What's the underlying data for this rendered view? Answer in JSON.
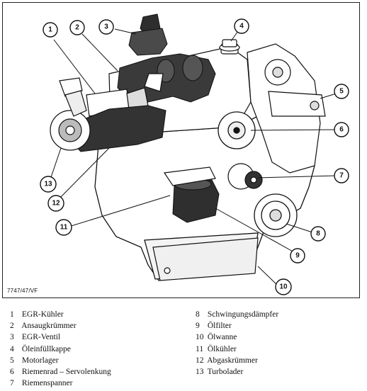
{
  "figure": {
    "id_label": "7747/47/VF"
  },
  "callouts": [
    {
      "number": "1"
    },
    {
      "number": "2"
    },
    {
      "number": "3"
    },
    {
      "number": "4"
    },
    {
      "number": "5"
    },
    {
      "number": "6"
    },
    {
      "number": "7"
    },
    {
      "number": "8"
    },
    {
      "number": "9"
    },
    {
      "number": "10"
    },
    {
      "number": "11"
    },
    {
      "number": "12"
    },
    {
      "number": "13"
    }
  ],
  "legend": {
    "left": [
      {
        "num": "1",
        "label": "EGR-Kühler"
      },
      {
        "num": "2",
        "label": "Ansaugkrümmer"
      },
      {
        "num": "3",
        "label": "EGR-Ventil"
      },
      {
        "num": "4",
        "label": "Öleinfüllkappe"
      },
      {
        "num": "5",
        "label": "Motorlager"
      },
      {
        "num": "6",
        "label": "Riemenrad – Servolenkung"
      },
      {
        "num": "7",
        "label": "Riemenspanner"
      }
    ],
    "right": [
      {
        "num": "8",
        "label": "Schwingungsdämpfer"
      },
      {
        "num": "9",
        "label": "Ölfilter"
      },
      {
        "num": "10",
        "label": "Ölwanne"
      },
      {
        "num": "11",
        "label": "Ölkühler"
      },
      {
        "num": "12",
        "label": "Abgaskrümmer"
      },
      {
        "num": "13",
        "label": "Turbolader"
      }
    ]
  },
  "colors": {
    "line": "#111111",
    "dark_part": "#3a3a3a",
    "mid_part": "#8a8a8a"
  }
}
